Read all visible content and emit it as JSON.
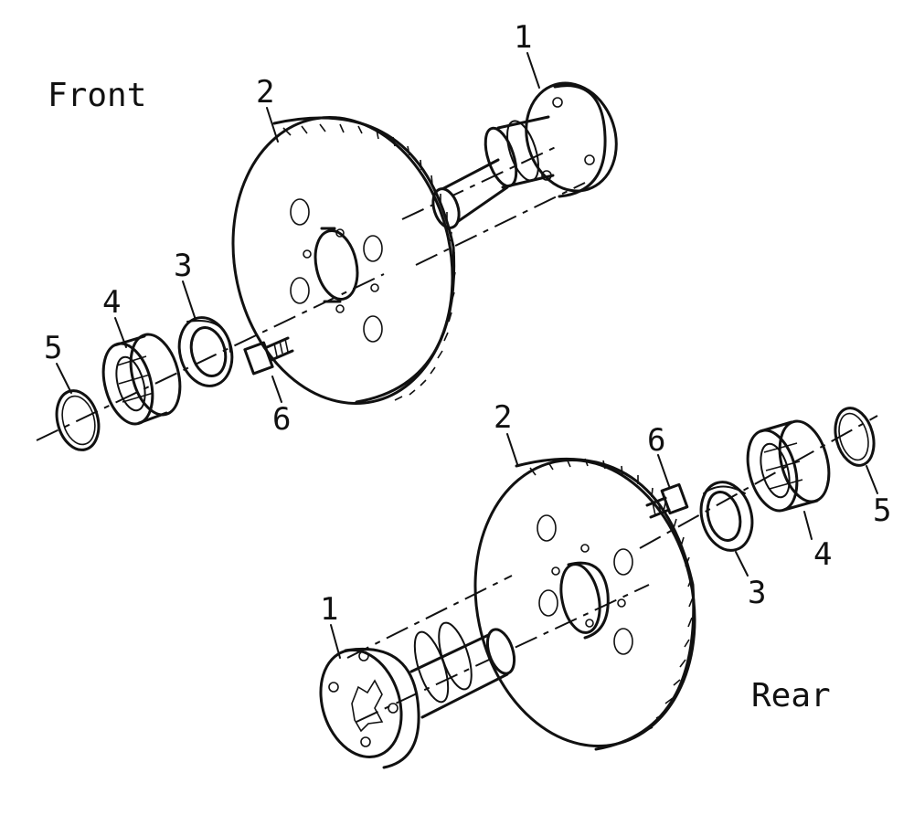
{
  "labels": {
    "front": "Front",
    "rear": "Rear"
  },
  "callouts": {
    "front": {
      "p1": "1",
      "p2": "2",
      "p3": "3",
      "p4": "4",
      "p5": "5",
      "p6": "6"
    },
    "rear": {
      "p1": "1",
      "p2": "2",
      "p3": "3",
      "p4": "4",
      "p5": "5",
      "p6": "6"
    }
  }
}
